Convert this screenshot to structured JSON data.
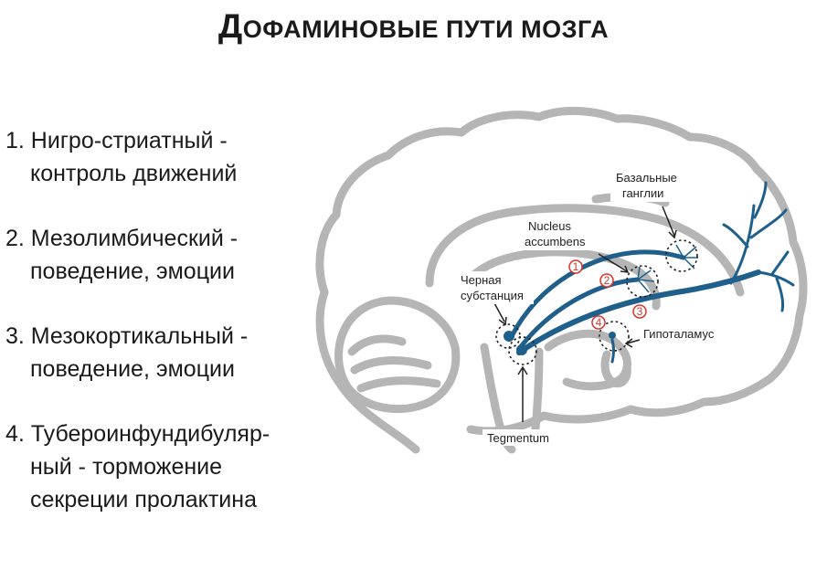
{
  "title": {
    "first_letter": "Д",
    "rest": "ОФАМИНОВЫЕ ПУТИ МОЗГА"
  },
  "pathways": [
    {
      "line1": "1. Нигро-стриатный -",
      "line2": "контроль движений",
      "line3": ""
    },
    {
      "line1": "2. Мезолимбический -",
      "line2": "поведение, эмоции",
      "line3": ""
    },
    {
      "line1": "3. Мезокортикальный -",
      "line2": "поведение, эмоции",
      "line3": ""
    },
    {
      "line1": "4. Тубероинфундибуляр-",
      "line2": "ный - торможение",
      "line3": "секреции пролактина"
    }
  ],
  "diagram": {
    "labels": {
      "basal_ganglia_1": "Базальные",
      "basal_ganglia_2": "ганглии",
      "nucleus_1": "Nucleus",
      "nucleus_2": "accumbens",
      "substantia_1": "Черная",
      "substantia_2": "субстанция",
      "hypothalamus": "Гипоталамус",
      "tegmentum": "Tegmentum"
    },
    "markers": [
      "1",
      "2",
      "3",
      "4"
    ],
    "colors": {
      "brain_outline": "#b5b5b5",
      "pathway": "#1f5f8b",
      "marker": "#d9342b",
      "text": "#222222"
    }
  }
}
